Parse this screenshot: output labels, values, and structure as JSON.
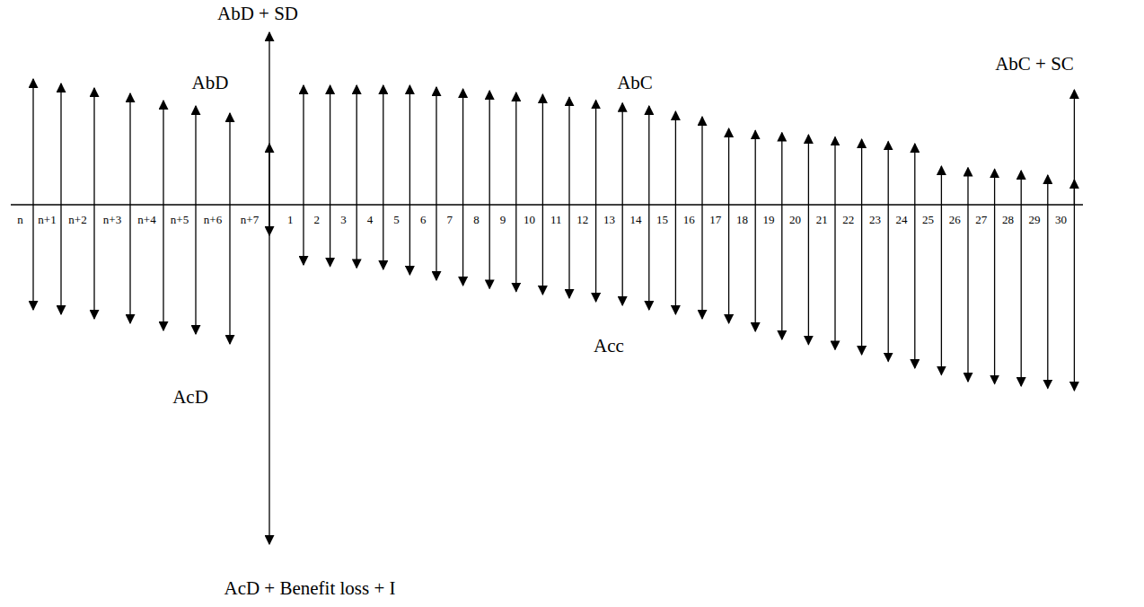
{
  "diagram": {
    "labels": [
      "AbD + SD",
      "AbD",
      "AbC",
      "AbC + SC",
      "n",
      "n+1",
      "n+2",
      "n+3",
      "n+4",
      "n+5",
      "n+6",
      "n+7",
      "1",
      "2",
      "3",
      "4",
      "5",
      "6",
      "7",
      "8",
      "9",
      "10",
      "11",
      "12",
      "13",
      "14",
      "15",
      "16",
      "17",
      "18",
      "19",
      "20",
      "21",
      "22",
      "23",
      "24",
      "25",
      "26",
      "27",
      "28",
      "29",
      "30",
      "AcD",
      "Acc",
      "AcD + Benefit loss + I"
    ]
  }
}
